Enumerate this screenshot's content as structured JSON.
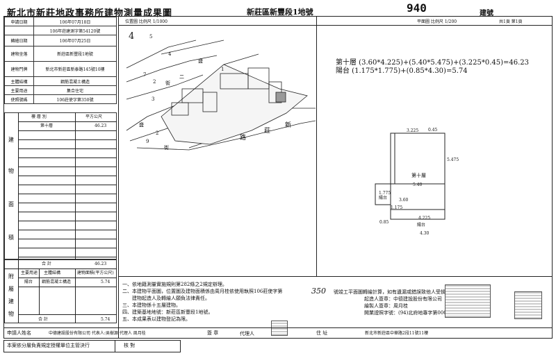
{
  "header": {
    "title": "新北市新莊地政事務所建物測量成果圖",
    "district": "新莊區新豐段1地號",
    "number": "940",
    "building_no_label": "建號"
  },
  "left_table": {
    "rows": [
      {
        "label": "申請日期",
        "value": "106年07月18日"
      },
      {
        "label": "",
        "value": "106年莊建測字第54120號"
      },
      {
        "label": "轉繪日期",
        "value": "106年07月25日"
      },
      {
        "label": "建物坐落",
        "value": "新莊區新豐段1地號"
      },
      {
        "label": "建物門牌",
        "value": "新北市新莊區新泰路145號10樓"
      },
      {
        "label": "主體結構",
        "value": "鋼筋混凝土構造"
      },
      {
        "label": "主要用途",
        "value": "集合住宅"
      },
      {
        "label": "使照號碼",
        "value": "106莊使字第350號"
      }
    ],
    "area_header": {
      "floor": "樓 層 別",
      "area": "平方公尺"
    },
    "floor_rows": [
      {
        "floor": "第十層",
        "area": "46.23"
      }
    ],
    "area_vertical_label": [
      "建",
      "物",
      "面",
      "積"
    ],
    "total_label": "合 計",
    "total_value": "46.23",
    "annex_vertical_label": [
      "附",
      "屬",
      "建",
      "物"
    ],
    "annex_header": {
      "use": "主要用途",
      "structure": "主體結構",
      "area": "建物面積(平方公尺)"
    },
    "annex_rows": [
      {
        "use": "陽台",
        "structure": "鋼筋混凝土構造",
        "area": "5.74"
      }
    ],
    "annex_total_label": "合 計",
    "annex_total_value": "5.74"
  },
  "map": {
    "legend": "位置圖 比例尺 1/1000",
    "plot_numbers": [
      "4",
      "5",
      "4",
      "1",
      "7",
      "2",
      "3",
      "2",
      "9"
    ],
    "road_labels": [
      "盛",
      "街",
      "二",
      "路",
      "莊",
      "新",
      "盛",
      "街"
    ]
  },
  "plan": {
    "legend": "平面圖 比例尺 1/200",
    "page": "共1頁 第1頁",
    "formula1": "第十層 (3.60*4.225)+(5.40*5.475)+(3.225*0.45)=46.23",
    "formula2": "陽台 (1.175*1.775)+(0.85*4.30)=5.74",
    "dims": [
      "3.225",
      "0.45",
      "5.475",
      "5.40",
      "1.775",
      "3.60",
      "1.175",
      "4.225",
      "0.85",
      "4.30"
    ],
    "floor_label": "第十層",
    "balcony_label": "陽台",
    "balcony_label2": "陽台"
  },
  "notes": [
    "一、依地籍測量實施規則第282條之2規定辦理。",
    "二、本建物平面圖，位置圖及建物面積係由周月桂依使用執照106莊使字第",
    "　　建物起造人及轉繪人願負法律責任。",
    "三、本建物係十五層建物。",
    "四、建築基地地號：新莊區新豐段1地號。",
    "五、本成果表以建物登記為限。"
  ],
  "notes_handwritten": "350",
  "notes_right": [
    "號竣工平面圖轉繪計算，如有遺漏或錯誤致他人受損害者，",
    "起造人簽章：中德建設股份有限公司",
    "繪製人簽章：周月桂",
    "開業證照字號：(94)北府地專字第000648號"
  ],
  "footer": {
    "applicant_label": "申請人姓名",
    "applicant": "中德建設股份有限公司 代表人:吳樹源 代理人 周月桂",
    "seal_label": "簽 章",
    "agent_label": "代理人",
    "address_label": "住 址",
    "address": "新北市新莊區中華路2段11號11樓",
    "bottom_left": "本案依分層負責規定授權單位主管決行",
    "verify": "核 對"
  }
}
